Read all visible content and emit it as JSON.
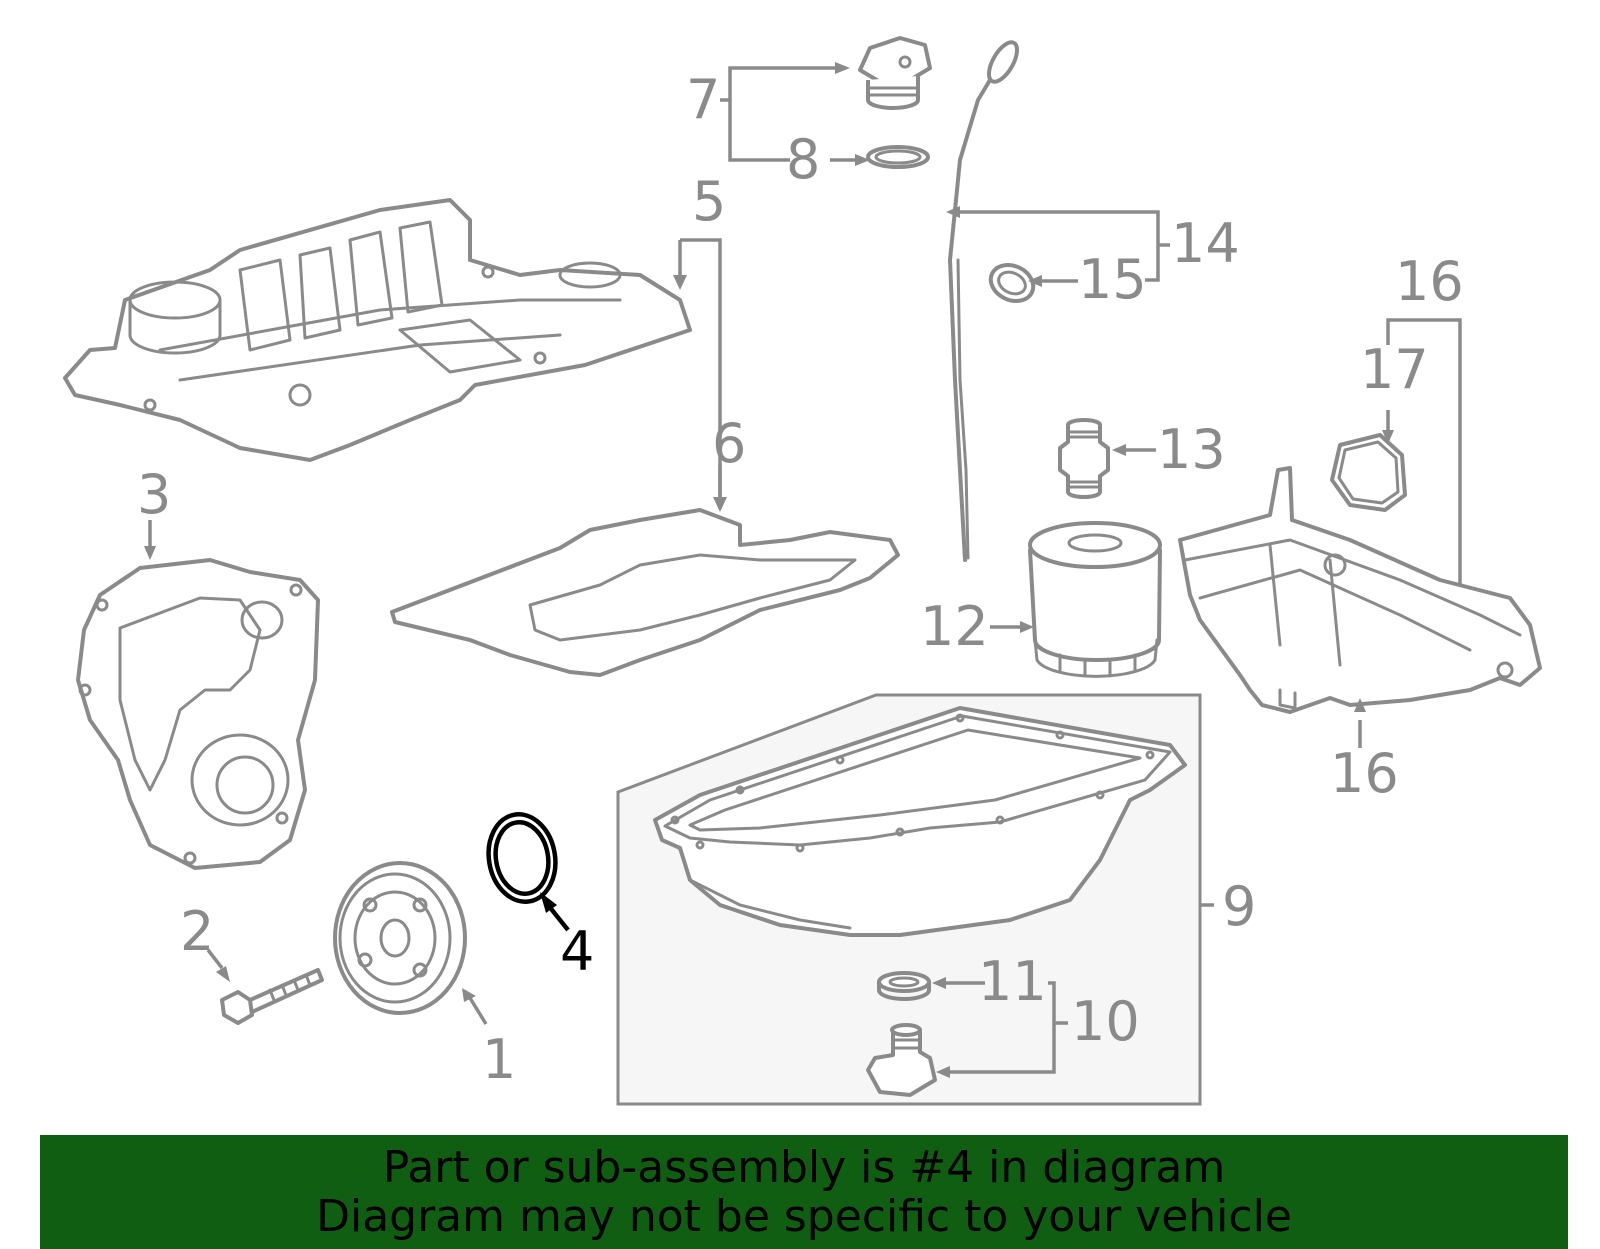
{
  "callouts": {
    "c1": "1",
    "c2": "2",
    "c3": "3",
    "c4": "4",
    "c5": "5",
    "c6": "6",
    "c7": "7",
    "c8": "8",
    "c9": "9",
    "c10": "10",
    "c11": "11",
    "c12": "12",
    "c13": "13",
    "c14": "14",
    "c15": "15",
    "c16a": "16",
    "c16b": "16",
    "c17": "17"
  },
  "highlighted_part": "4",
  "colors": {
    "part_line": "#8a8a8a",
    "highlight": "#000000",
    "banner_bg": "#0f5e12",
    "inset_bg": "#f6f6f6"
  },
  "banner": {
    "line1": "Part or sub-assembly is #4 in diagram",
    "line2": "Diagram may not be specific to your vehicle"
  }
}
